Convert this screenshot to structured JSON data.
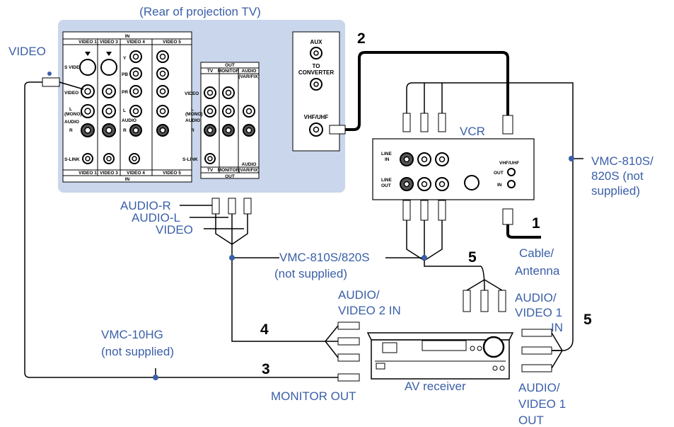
{
  "labels": {
    "rear_tv": "(Rear of projection TV)",
    "video_left": "VIDEO",
    "vcr": "VCR",
    "vmc810_right_l1": "VMC-810S/",
    "vmc810_right_l2": "820S (not",
    "vmc810_right_l3": "supplied)",
    "audio_r": "AUDIO-R",
    "audio_l": "AUDIO-L",
    "video_mid": "VIDEO",
    "vmc810_mid_l1": "VMC-810S/820S",
    "vmc810_mid_l2": "(not supplied)",
    "cable_l1": "Cable/",
    "cable_l2": "Antenna",
    "av2_l1": "AUDIO/",
    "av2_l2": "VIDEO 2 IN",
    "av1in_l1": "AUDIO/",
    "av1in_l2": "VIDEO 1",
    "av1in_l3": "IN",
    "vmc10_l1": "VMC-10HG",
    "vmc10_l2": "(not supplied)",
    "monitor_out": "MONITOR OUT",
    "av_receiver": "AV receiver",
    "av1out_l1": "AUDIO/",
    "av1out_l2": "VIDEO 1",
    "av1out_l3": "OUT"
  },
  "steps": {
    "s1": "1",
    "s2": "2",
    "s3": "3",
    "s4": "4",
    "s5a": "5",
    "s5b": "5"
  },
  "panel": {
    "in": "IN",
    "out": "OUT",
    "video1": "VIDEO 1",
    "video3": "VIDEO 3",
    "video4": "VIDEO 4",
    "video5": "VIDEO 5",
    "s_video": "S VIDEO",
    "video": "VIDEO",
    "l": "L",
    "mono": "(MONO)",
    "audio": "AUDIO",
    "r": "R",
    "y": "Y",
    "pb": "PB",
    "pr": "PR",
    "s_link": "S-LINK",
    "tv": "TV",
    "monitor": "MONITOR",
    "audio_varfix": "AUDIO",
    "varfix": "(VAR/FIX)",
    "aux": "AUX",
    "to": "TO",
    "converter": "CONVERTER",
    "vhf_uhf": "VHF/UHF"
  },
  "vcr_panel": {
    "line_in_1": "LINE",
    "line_in_2": "IN",
    "line_out_1": "LINE",
    "line_out_2": "OUT",
    "vhf_uhf": "VHF/UHF",
    "out": "OUT",
    "in": "IN"
  },
  "colors": {
    "panel_bg": "#c9d6ec",
    "label_blue": "#3a5fa8"
  }
}
